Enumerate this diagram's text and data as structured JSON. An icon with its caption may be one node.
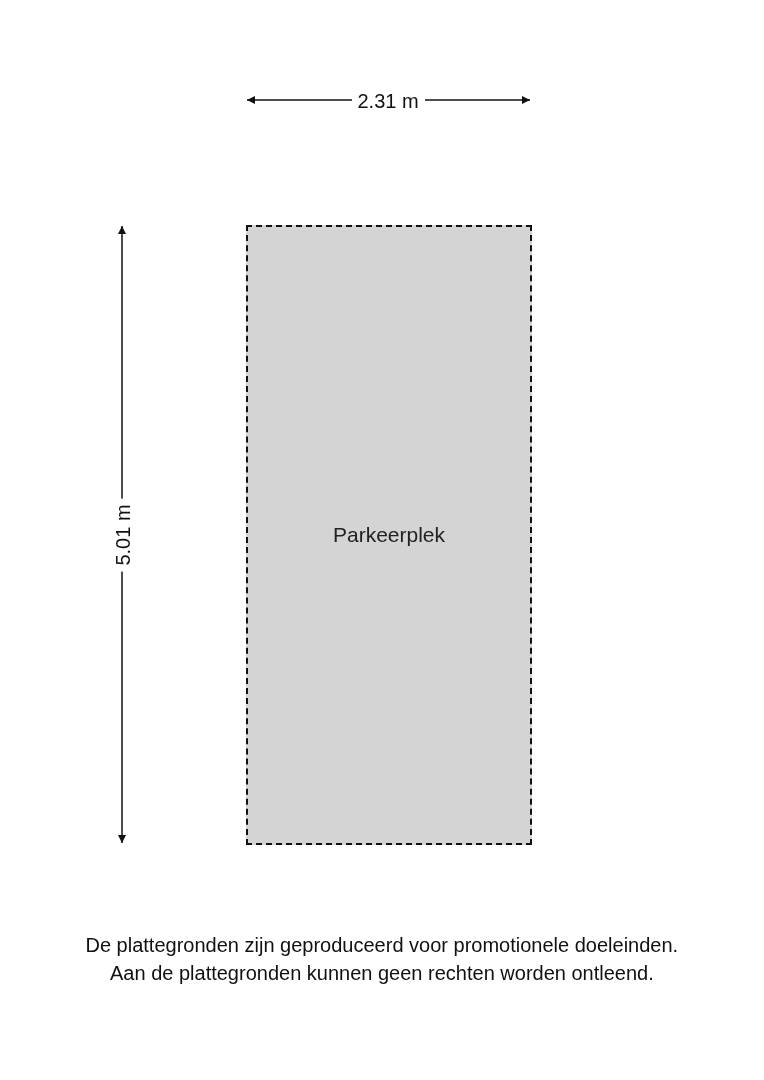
{
  "diagram": {
    "nodes": [
      {
        "text": [
          "Parkeerplek"
        ]
      }
    ],
    "labels": [
      "2.31 m",
      "5.01 m",
      "De plattegronden zijn geproduceerd voor promotionele doeleinden.",
      "Aan de plattegronden kunnen geen rechten worden ontleend."
    ]
  }
}
